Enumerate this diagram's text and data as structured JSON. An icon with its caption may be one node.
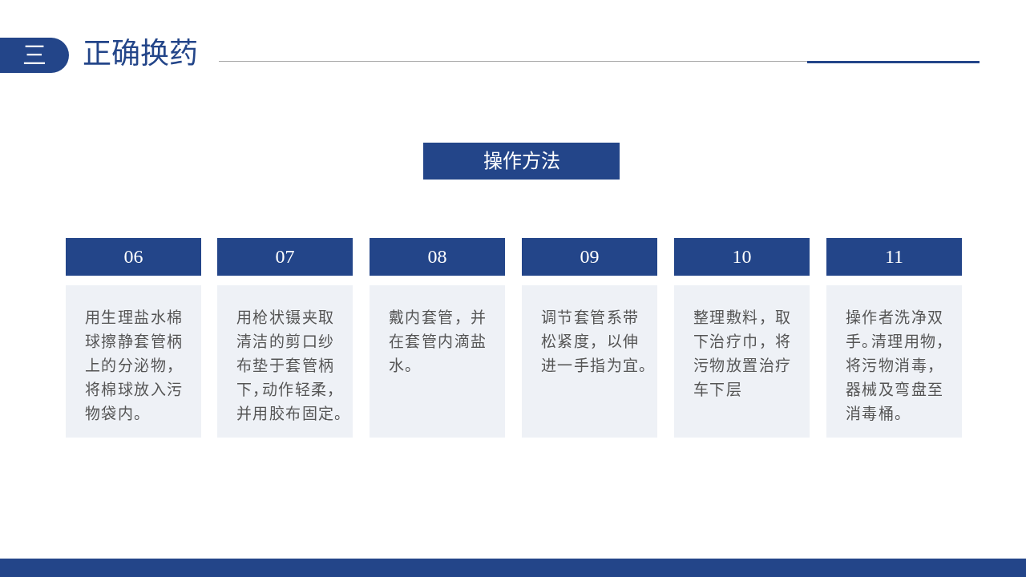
{
  "diagram": {
    "title": "正确换药",
    "nodes": [
      {
        "text": [
          "三"
        ]
      },
      {
        "text": [
          "操作方法"
        ]
      },
      {
        "text": [
          "06"
        ]
      },
      {
        "text": [
          "用生理盐水棉球擦静套管柄上的分泌物，将棉球放入污物袋内。"
        ]
      },
      {
        "text": [
          "07"
        ]
      },
      {
        "text": [
          "用枪状镊夹取清洁的剪口纱布垫于套管柄下，动作轻柔，并用胶布固定。"
        ]
      },
      {
        "text": [
          "08"
        ]
      },
      {
        "text": [
          "戴内套管，并在套管内滴盐水。"
        ]
      },
      {
        "text": [
          "09"
        ]
      },
      {
        "text": [
          "调节套管系带松紧度，以伸进一手指为宜。"
        ]
      },
      {
        "text": [
          "10"
        ]
      },
      {
        "text": [
          "整理敷料，取下治疗巾，将污物放置治疗车下层"
        ]
      },
      {
        "text": [
          "11"
        ]
      },
      {
        "text": [
          "操作者洗净双手。清理用物，将污物消毒，器械及弯盘至消毒桶。"
        ]
      }
    ]
  }
}
